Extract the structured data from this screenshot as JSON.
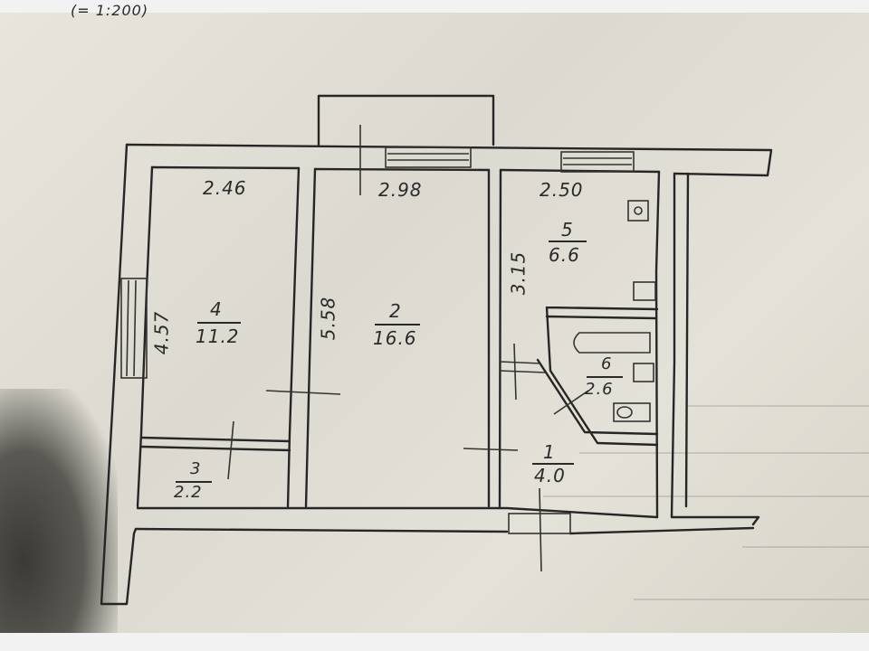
{
  "plan": {
    "scale_note": "(= 1:200)",
    "rooms": [
      {
        "number": "4",
        "area": "11.2",
        "width": "2.46",
        "length": "4.57"
      },
      {
        "number": "2",
        "area": "16.6",
        "width": "2.98",
        "length": "5.58"
      },
      {
        "number": "5",
        "area": "6.6",
        "width": "2.50",
        "length": "3.15"
      },
      {
        "number": "6",
        "area": "2.6"
      },
      {
        "number": "3",
        "area": "2.2"
      },
      {
        "number": "1",
        "area": "4.0"
      }
    ]
  },
  "colors": {
    "paper": "#e2e0d6",
    "ink": "#262626"
  }
}
